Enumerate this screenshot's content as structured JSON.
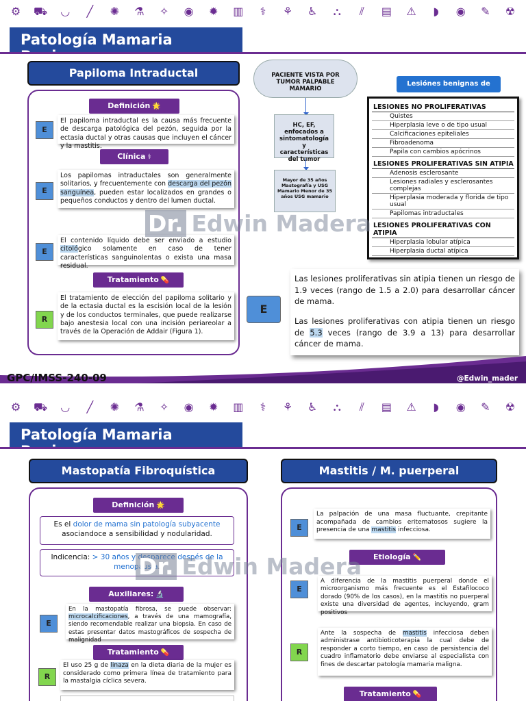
{
  "icons": [
    "ribbon-icon",
    "ambulance-icon",
    "tooth-icon",
    "scalpel-icon",
    "brain-icon",
    "microscope-icon",
    "bacteria-icon",
    "pill-icon",
    "virus-icon",
    "monitor-icon",
    "syringe-bed-icon",
    "lungs-icon",
    "wheelchair-icon",
    "stretcher-icon",
    "tools-icon",
    "ecg-icon",
    "alert-icon",
    "kidney-icon",
    "eye-icon",
    "injection-icon",
    "radiation-icon"
  ],
  "icon_glyphs": [
    "⚙",
    "⛟",
    "◡",
    "╱",
    "✺",
    "⚗",
    "✧",
    "◉",
    "✹",
    "▥",
    "⚕",
    "⚘",
    "♿",
    "⛬",
    "⫽",
    "▤",
    "⚠",
    "◗",
    "◉",
    "✎",
    "☢"
  ],
  "page1": {
    "title": "Patología Mamaria Benigna",
    "section": "Papiloma Intraductal",
    "def_label": "Definición",
    "def_text": "El papiloma intraductal es la causa más frecuente de descarga patológica del pezón, seguida por la ectasia ductal y otras causas que incluyen el cáncer y la mastitis.",
    "clin_label": "Clínica",
    "clin_text1_a": "Los papilomas intraductales son generalmente solitarios, y frecuentemente con ",
    "clin_text1_hl": "descarga del pezón sanguínea",
    "clin_text1_b": ", pueden estar localizados en grandes o pequeños conductos y dentro del lumen ductal.",
    "clin_text2_a": "El contenido líquido debe ser enviado a estudio ",
    "clin_text2_hl": "citoló",
    "clin_text2_b": "gico solamente en caso de tener características sanguinolentas o exista una masa residual.",
    "trat_label": "Tratamiento",
    "trat_text": "El tratamiento de elección del papiloma solitario y de la ectasia ductal es la escisión local de la lesión y de los conductos terminales, que puede realizarse bajo anestesia local con una incisión periareolar a través de la Operación de Addair (Figura 1).",
    "flow": {
      "start": "PACIENTE VISTA POR TUMOR PALPABLE MAMARIO",
      "step2": "HC, EF, enfocados a sintomatología y características del tumor",
      "step3": "Mayor de 35 años Mastografía y USG Mamario Menor de 35 años USG mamario"
    },
    "lesions_title": "Lesiónes benignas de mama",
    "lesions": [
      {
        "cat": "LESIONES NO PROLIFERATIVAS",
        "items": [
          "Quistes",
          "Hiperplasia leve o de tipo usual",
          "Calcificaciones epiteliales",
          "Fibroadenoma",
          "Papila con cambios apócrinos"
        ]
      },
      {
        "cat": "LESIONES PROLIFERATIVAS SIN ATIPIA",
        "items": [
          "Adenosis esclerosante",
          "Lesiones radiales y esclerosantes complejas",
          "Hiperplasia moderada y florida de tipo usual",
          "Papilomas intraductales"
        ]
      },
      {
        "cat": "LESIONES PROLIFERATIVAS CON ATIPIA",
        "items": [
          "Hiperplasia lobular atípica",
          "Hiperplasia ductal atípica"
        ]
      }
    ],
    "risk1": "Las lesiones proliferativas sin atipia tienen un riesgo de 1.9 veces (rango de 1.5 a 2.0) para desarrollar cáncer de mama.",
    "risk2_a": "Las lesiones proliferativas con atipia tienen un riesgo de ",
    "risk2_hl": "5.3",
    "risk2_b": " veces (rango de 3.9 a 13) para desarrollar cáncer de mama.",
    "footer_left": "GPC/IMSS-240-09",
    "footer_right": "@Edwin_mader"
  },
  "page2": {
    "title": "Patología Mamaria Benigna",
    "section_left": "Mastopatía Fibroquística",
    "section_right": "Mastitis / M. puerperal",
    "def_label": "Definición",
    "def_a": "Es el ",
    "def_blue": "dolor de mama sin patología subyacente",
    "def_b": " asociandoce a sensibilidad y nodularidad.",
    "inc_a": "Indicencia: ",
    "inc_blue": "> 30 años y desparece despés de la menopausia",
    "inc_b": ".",
    "aux_label": "Auxiliares:",
    "aux_a": "En la mastopatía fibrosa, se puede observar: ",
    "aux_hl": "microcalcificaciones",
    "aux_b": ", a través de una mamografía, siendo recomendable realizar una biopsia. En caso de estas presentar datos mastográficos de sospecha de malignidad",
    "trat_label": "Tratamiento",
    "trat_a": "El uso 25 g de ",
    "trat_hl": "linaza",
    "trat_b": " en la dieta diaria de la mujer es considerado como primera línea de tratamiento para la mastalgia cíclica severa.",
    "mast1_a": "La palpación de una masa fluctuante, crepitante acompañada de cambios eritematosos sugiere la presencia de una ",
    "mast1_hl": "mastitis",
    "mast1_b": " infecciosa.",
    "etio_label": "Etiología",
    "mast2": "A diferencia de la mastitis puerperal donde el microorganismo más frecuente es el Estafilococo dorado (90% de los casos), en la mastitis no puerperal existe una diversidad de agentes, incluyendo, gram positivos",
    "mast3_a": "Ante la sospecha de ",
    "mast3_hl": "mastitis",
    "mast3_b": " infecciosa deben administrase antibioticoterapia la cual debe de responder a corto tiempo, en caso de persistencia del cuadro inflamatorio debe enviarse al especialista con fines de descartar patología mamaria maligna.",
    "trat_right_label": "Tratamiento"
  },
  "badges": {
    "e": "E",
    "r": "R"
  },
  "watermark": {
    "dr": "Dr.",
    "name": "Edwin Madera"
  },
  "colors": {
    "purple": "#6a2c91",
    "blue": "#244a9c",
    "badge_e": "#4f8fd8",
    "badge_r": "#82d64e"
  }
}
